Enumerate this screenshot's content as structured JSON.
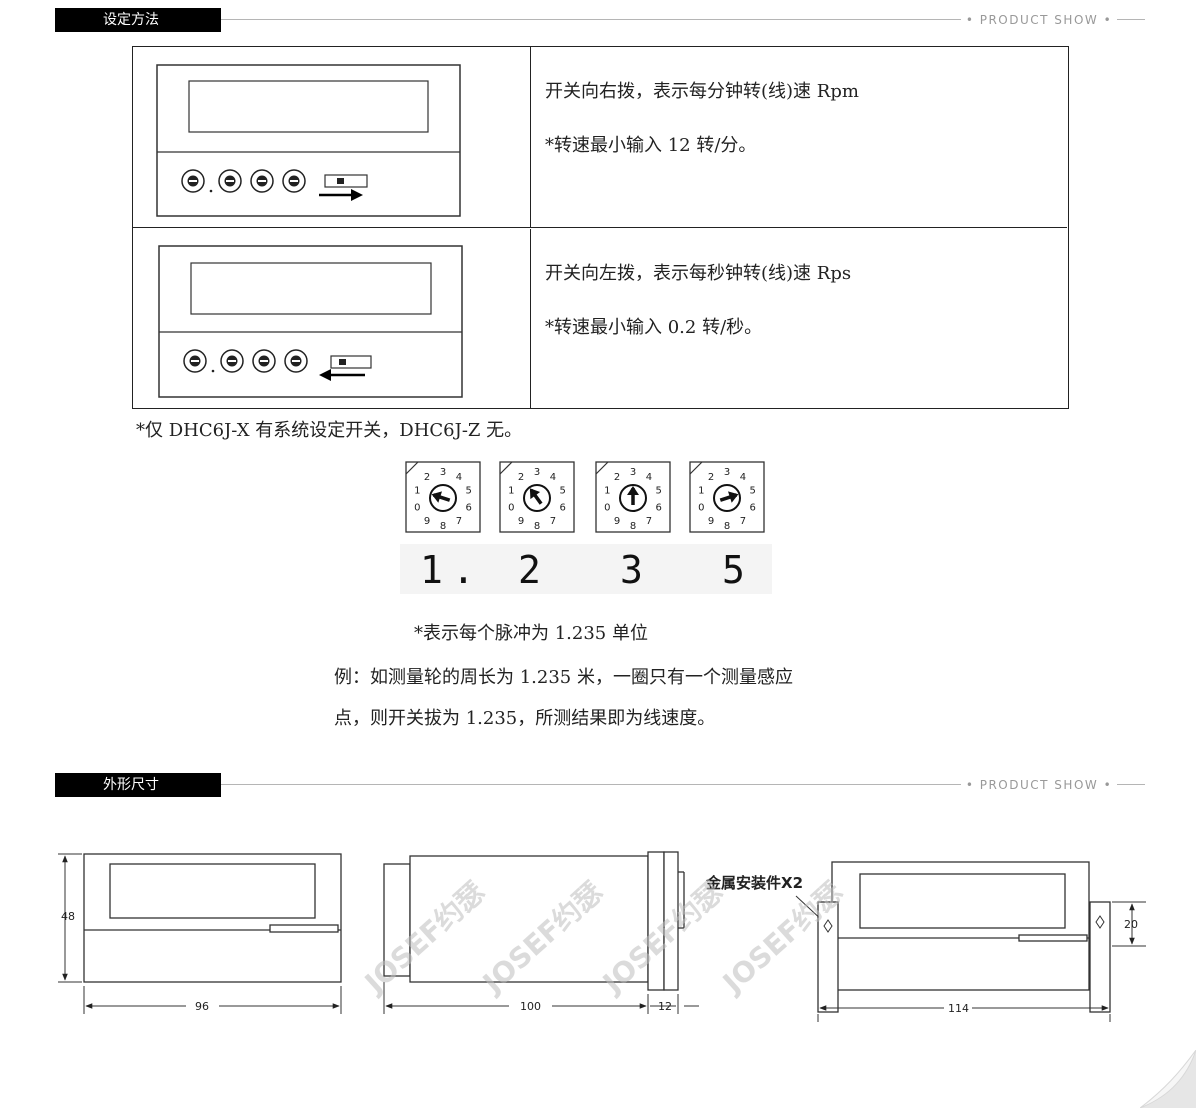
{
  "section1": {
    "title": "设定方法",
    "tagline": "PRODUCT SHOW"
  },
  "settings": [
    {
      "line1": "开关向右拨，表示每分钟转(线)速 Rpm",
      "line2": "*转速最小输入 12 转/分。",
      "switch_direction": "right"
    },
    {
      "line1": "开关向左拨，表示每秒钟转(线)速 Rps",
      "line2": "*转速最小输入 0.2 转/秒。",
      "switch_direction": "left"
    }
  ],
  "note_model": "*仅 DHC6J-X 有系统设定开关，DHC6J-Z 无。",
  "dial_example": {
    "digits": [
      "1",
      ".",
      "2",
      "3",
      "5"
    ],
    "dial_numbers": [
      "0",
      "1",
      "2",
      "3",
      "4",
      "5",
      "6",
      "7",
      "8",
      "9"
    ],
    "caption": "*表示每个脉冲为 1.235 单位",
    "example_line1": "例：如测量轮的周长为 1.235 米，一圈只有一个测量感应",
    "example_line2": "点，则开关拔为 1.235，所测结果即为线速度。"
  },
  "section2": {
    "title": "外形尺寸",
    "tagline": "PRODUCT SHOW"
  },
  "dimensions": {
    "front_height": "48",
    "front_width": "96",
    "side_depth": "100",
    "side_flange": "12",
    "bracket_label": "金属安装件X2",
    "bracket_width": "114",
    "bracket_height": "20",
    "watermark": "JOSEF约瑟"
  }
}
